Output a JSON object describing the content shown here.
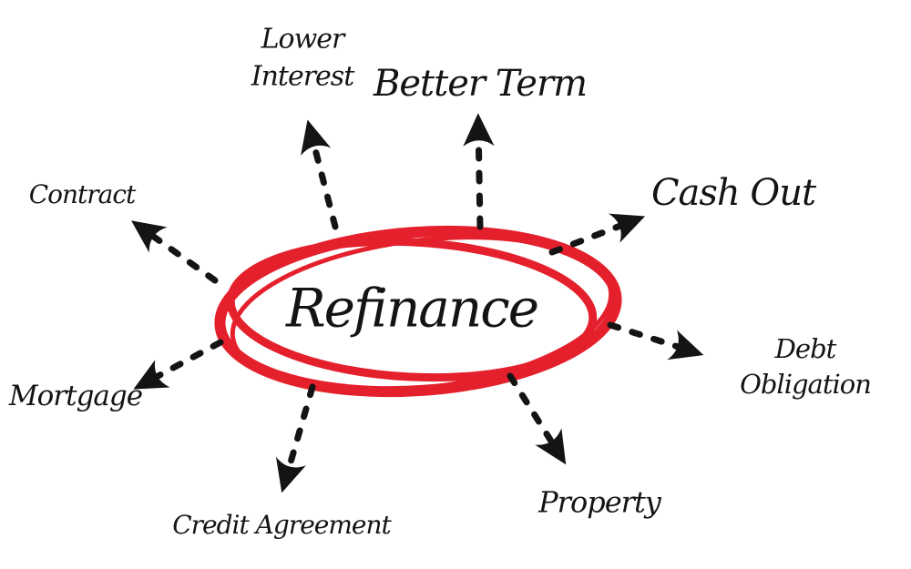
{
  "diagram": {
    "center": {
      "label": "Refinance"
    },
    "colors": {
      "ellipse_red": "#e4202c",
      "ink_black": "#141414",
      "background": "#ffffff"
    },
    "nodes": [
      {
        "id": "lower-interest",
        "label": "Lower\nInterest"
      },
      {
        "id": "better-term",
        "label": "Better Term"
      },
      {
        "id": "cash-out",
        "label": "Cash Out"
      },
      {
        "id": "debt-obligation",
        "label": "Debt Obligation"
      },
      {
        "id": "property",
        "label": "Property"
      },
      {
        "id": "credit-agreement",
        "label": "Credit Agreement"
      },
      {
        "id": "mortgage",
        "label": "Mortgage"
      },
      {
        "id": "contract",
        "label": "Contract"
      }
    ],
    "connections": [
      {
        "from": "refinance",
        "to": "lower-interest"
      },
      {
        "from": "refinance",
        "to": "better-term"
      },
      {
        "from": "refinance",
        "to": "cash-out"
      },
      {
        "from": "refinance",
        "to": "debt-obligation"
      },
      {
        "from": "refinance",
        "to": "property"
      },
      {
        "from": "refinance",
        "to": "credit-agreement"
      },
      {
        "from": "refinance",
        "to": "mortgage"
      },
      {
        "from": "refinance",
        "to": "contract"
      }
    ]
  }
}
